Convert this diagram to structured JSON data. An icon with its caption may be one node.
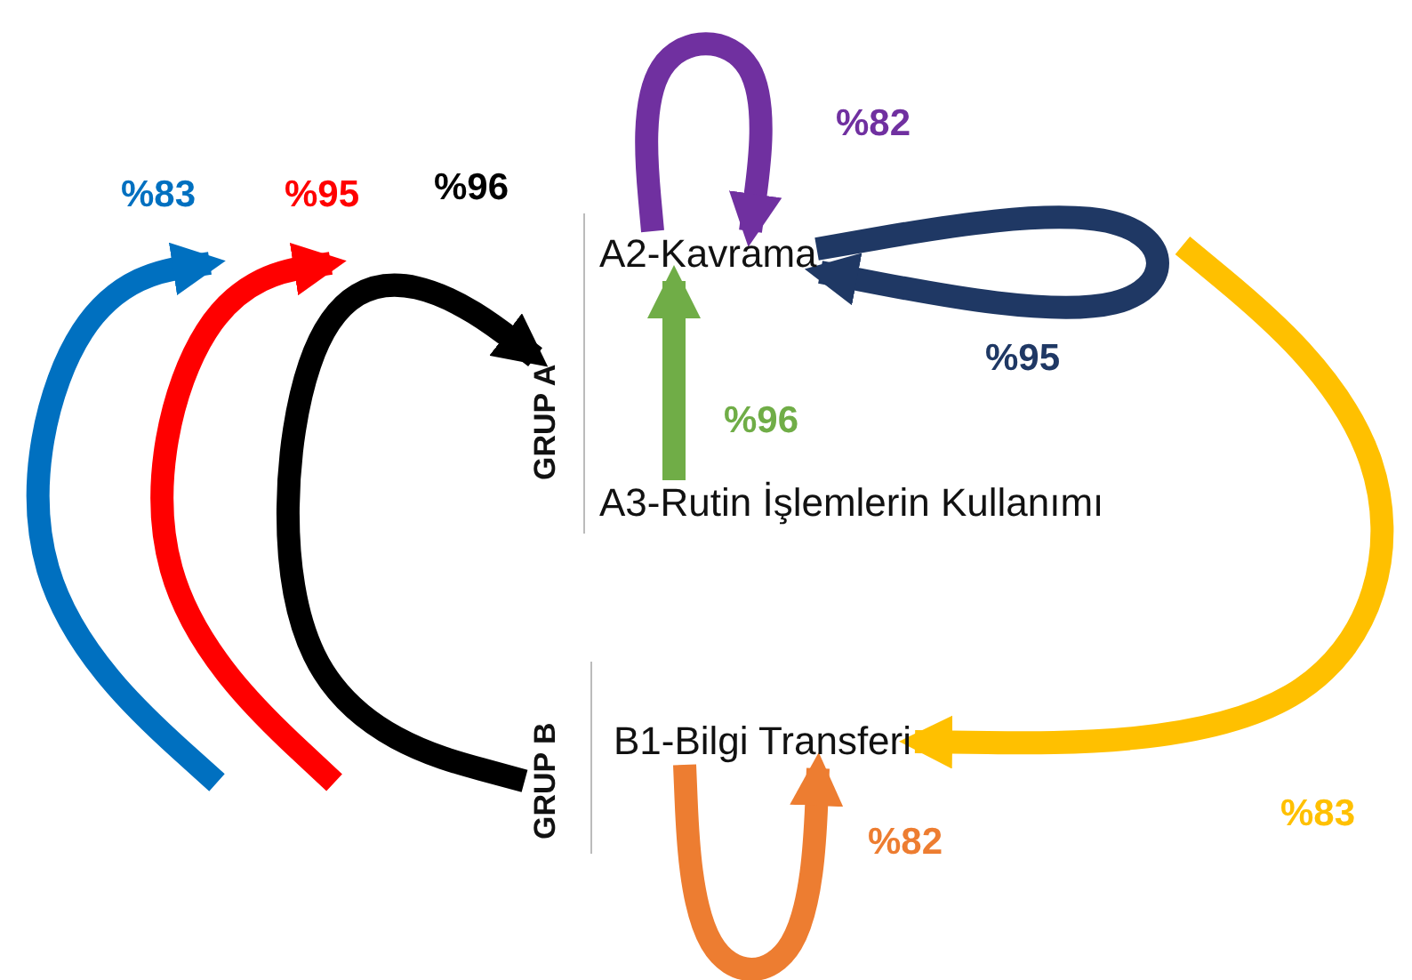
{
  "diagram": {
    "nodes": [
      {
        "text": [
          "GRUP A"
        ]
      },
      {
        "text": [
          "A2-Kavrama"
        ]
      },
      {
        "text": [
          "A3-Rutin İşlemlerin Kullanımı"
        ]
      },
      {
        "text": [
          "GRUP B"
        ]
      },
      {
        "text": [
          "B1-Bilgi Transferi"
        ]
      }
    ],
    "edges": [
      {
        "from": 1,
        "to": 1,
        "arrow": "to",
        "label": "%82",
        "color": "#7030a0"
      },
      {
        "from": 1,
        "to": 1,
        "arrow": "to",
        "label": "%95",
        "color": "#1f3864"
      },
      {
        "from": 2,
        "to": 1,
        "arrow": "to",
        "label": "%96",
        "color": "#70ad47"
      },
      {
        "from": null,
        "to": 4,
        "arrow": "to",
        "label": "%83",
        "color": "#ffc000"
      },
      {
        "from": 4,
        "to": 4,
        "arrow": "to",
        "label": "%82",
        "color": "#ed7d31"
      },
      {
        "from": 3,
        "to": 0,
        "arrow": "to",
        "label": "%96",
        "color": "#000000"
      }
    ],
    "labels": [
      "%83",
      "%95"
    ]
  }
}
